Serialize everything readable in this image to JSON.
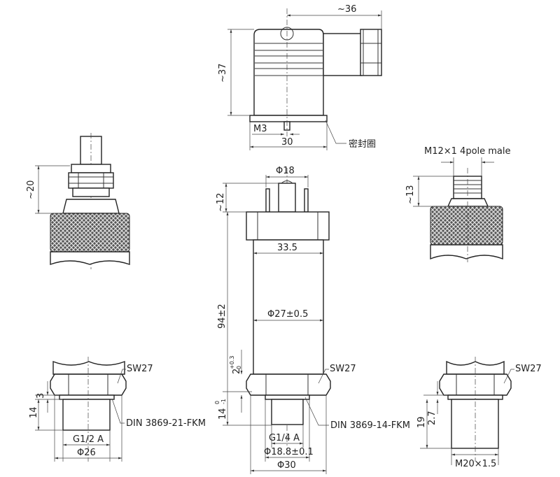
{
  "top_connector": {
    "width": "~36",
    "height": "~37",
    "screw": "M3",
    "base_width": "30",
    "seal": "密封圈"
  },
  "cable_gland": {
    "height": "~20"
  },
  "main_body": {
    "pin_dia": "Φ18",
    "pin_height": "~12",
    "head_width": "33.5",
    "length": "94±2",
    "body_dia": "Φ27±0.5",
    "gap": "2",
    "gap_tol_upper": "+0.3",
    "gap_tol_lower": "0",
    "hex": "SW27",
    "thread_len": "14",
    "thread_tol_upper": "0",
    "thread_tol_lower": "-1",
    "seal": "DIN 3869-14-FKM",
    "thread": "G1/4 A",
    "seal_dia": "Φ18.8±0.1",
    "hex_dia": "Φ30"
  },
  "m12_connector": {
    "label": "M12×1 4pole male",
    "height": "~13"
  },
  "g12_fitting": {
    "hex": "SW27",
    "thread_len": "14",
    "washer": "3",
    "seal": "DIN 3869-21-FKM",
    "thread": "G1/2 A",
    "dia": "Φ26"
  },
  "m20_fitting": {
    "hex": "SW27",
    "thread_len": "19",
    "washer": "2.7",
    "thread": "M20×1.5"
  }
}
